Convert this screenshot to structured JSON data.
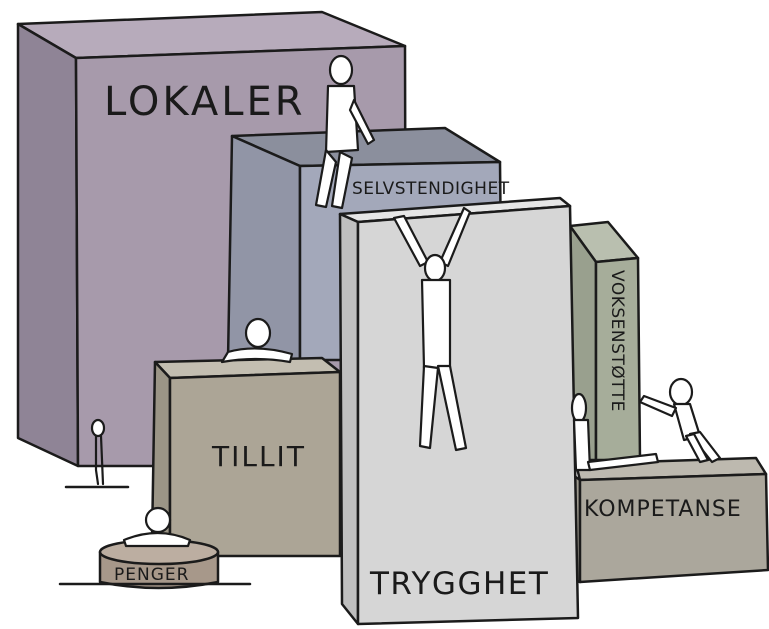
{
  "blocks": {
    "lokaler": {
      "label": "LOKALER",
      "front": "#a79aab",
      "top": "#b7abbb",
      "side": "#8f8496"
    },
    "selvstendighet": {
      "label": "SELVSTENDIGHET",
      "front": "#a3a8ba",
      "top": "#8b8f9d",
      "side": "#9195a6"
    },
    "voksenstotte": {
      "label": "VOKSENSTØTTE",
      "front": "#a6ad9a",
      "top": "#b9bfaf",
      "side": "#99a08e"
    },
    "tillit": {
      "label": "TILLIT",
      "front": "#aca596",
      "top": "#c3beb1",
      "side": "#9b9586"
    },
    "kompetanse": {
      "label": "KOMPETANSE",
      "front": "#aba79c",
      "top": "#bdb9af",
      "side": "#9d998e"
    },
    "trygghet": {
      "label": "TRYGGHET",
      "front": "#d6d6d6",
      "top": "#e6e6e6",
      "side": "#bfbfbf"
    },
    "penger": {
      "label": "PENGER",
      "front": "#a7988a",
      "top": "#bcaea1"
    }
  }
}
